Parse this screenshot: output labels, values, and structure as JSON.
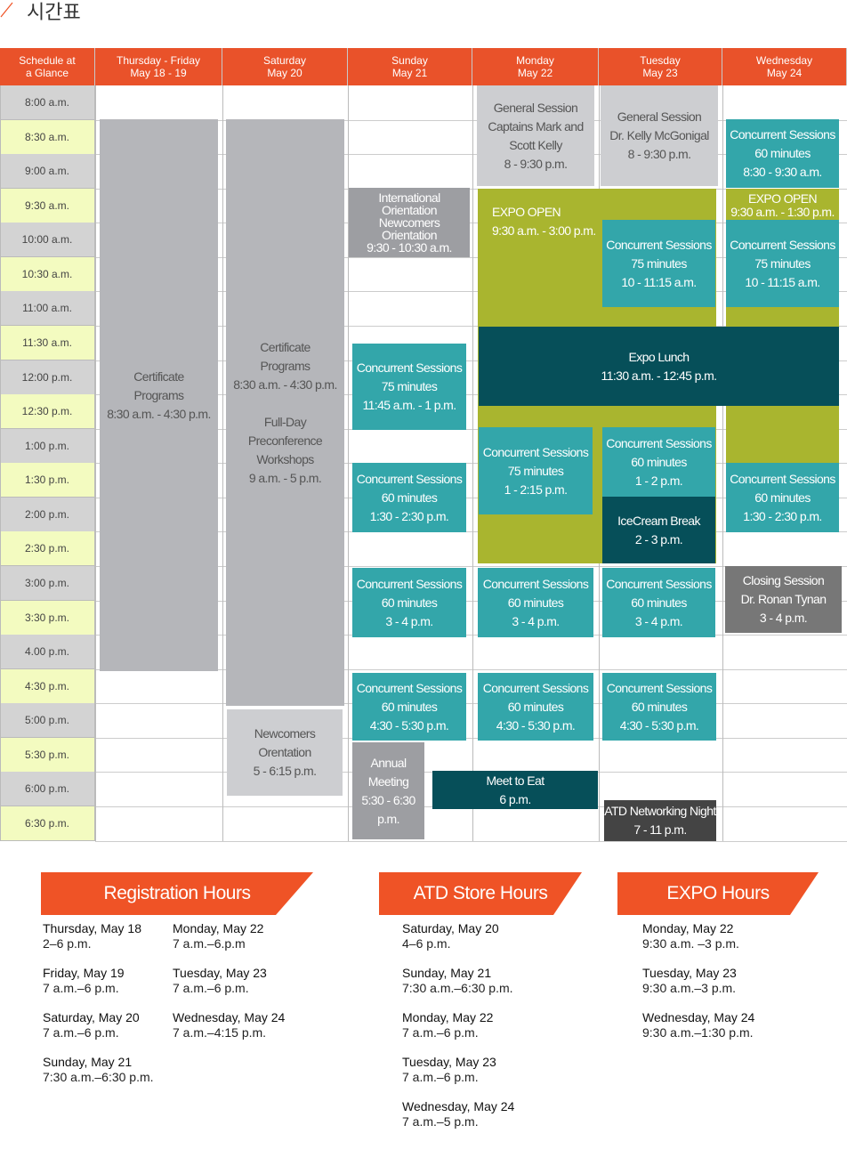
{
  "title": "시간표",
  "colors": {
    "header": "#e9522a",
    "teal": "#33a6aa",
    "olive": "#a9b52f",
    "dark_teal": "#064f59"
  },
  "headers": [
    {
      "l1": "Schedule at",
      "l2": "a Glance"
    },
    {
      "l1": "Thursday - Friday",
      "l2": "May 18 - 19"
    },
    {
      "l1": "Saturday",
      "l2": "May 20"
    },
    {
      "l1": "Sunday",
      "l2": "May 21"
    },
    {
      "l1": "Monday",
      "l2": "May 22"
    },
    {
      "l1": "Tuesday",
      "l2": "May 23"
    },
    {
      "l1": "Wednesday",
      "l2": "May 24"
    }
  ],
  "times": [
    "8:00 a.m.",
    "8:30 a.m.",
    "9:00 a.m.",
    "9:30 a.m.",
    "10:00 a.m.",
    "10:30 a.m.",
    "11:00 a.m.",
    "11:30 a.m.",
    "12:00 p.m.",
    "12:30 p.m.",
    "1:00 p.m.",
    "1:30 p.m.",
    "2:00 p.m.",
    "2:30 p.m.",
    "3:00 p.m.",
    "3:30 p.m.",
    "4.00 p.m.",
    "4:30 p.m.",
    "5:00 p.m.",
    "5:30 p.m.",
    "6:00 p.m.",
    "6:30 p.m."
  ],
  "events": {
    "thu_cert": [
      "Certificate",
      "Programs",
      "8:30 a.m. - 4:30 p.m."
    ],
    "sat_cert": [
      "Certificate",
      "Programs",
      "8:30 a.m. - 4:30 p.m.",
      "",
      "Full-Day",
      "Preconference",
      "Workshops",
      "9 a.m. - 5 p.m."
    ],
    "sat_newcomers": [
      "Newcomers",
      "Orentation",
      "5 - 6:15 p.m."
    ],
    "sun_intl": [
      "International",
      "Orientation",
      "Newcomers",
      "Orientation",
      "9:30 - 10:30 a.m."
    ],
    "sun_cs1": [
      "Concurrent Sessions",
      "75 minutes",
      "11:45 a.m. - 1 p.m."
    ],
    "sun_cs2": [
      "Concurrent Sessions",
      "60 minutes",
      "1:30 - 2:30 p.m."
    ],
    "sun_cs3": [
      "Concurrent Sessions",
      "60 minutes",
      "3 - 4 p.m."
    ],
    "sun_cs4": [
      "Concurrent Sessions",
      "60 minutes",
      "4:30 - 5:30 p.m."
    ],
    "annual": [
      "Annual",
      "Meeting",
      "5:30 - 6:30",
      "p.m."
    ],
    "meet_eat": [
      "Meet to Eat",
      "6 p.m."
    ],
    "mon_gen": [
      "General Session",
      "Captains Mark and",
      "Scott Kelly",
      "8 - 9:30 p.m."
    ],
    "tue_gen": [
      "General Session",
      "Dr. Kelly McGonigal",
      "8 - 9:30 p.m."
    ],
    "expo_mt": [
      "EXPO OPEN",
      "9:30 a.m. - 3:00 p.m."
    ],
    "tue_cs1": [
      "Concurrent Sessions",
      "75 minutes",
      "10 - 11:15 a.m."
    ],
    "wed_cs0": [
      "Concurrent Sessions",
      "60 minutes",
      "8:30 - 9:30 a.m."
    ],
    "wed_expo": [
      "EXPO OPEN",
      "9:30 a.m. - 1:30 p.m."
    ],
    "wed_cs1": [
      "Concurrent Sessions",
      "75 minutes",
      "10 - 11:15 a.m."
    ],
    "lunch": [
      "Expo Lunch",
      "11:30 a.m. - 12:45 p.m."
    ],
    "mon_cs2": [
      "Concurrent Sessions",
      "75 minutes",
      "1 - 2:15 p.m."
    ],
    "tue_cs2": [
      "Concurrent Sessions",
      "60 minutes",
      "1 - 2 p.m."
    ],
    "icecream": [
      "IceCream Break",
      "2 - 3 p.m."
    ],
    "wed_cs2": [
      "Concurrent Sessions",
      "60 minutes",
      "1:30 - 2:30 p.m."
    ],
    "mon_cs3": [
      "Concurrent Sessions",
      "60 minutes",
      "3 - 4 p.m."
    ],
    "tue_cs3": [
      "Concurrent Sessions",
      "60 minutes",
      "3 - 4 p.m."
    ],
    "closing": [
      "Closing Session",
      "Dr. Ronan Tynan",
      "3 - 4 p.m."
    ],
    "mon_cs4": [
      "Concurrent Sessions",
      "60 minutes",
      "4:30 - 5:30 p.m."
    ],
    "tue_cs4": [
      "Concurrent Sessions",
      "60 minutes",
      "4:30 - 5:30 p.m."
    ],
    "networking": [
      "ATD Networking Night",
      "7 - 11 p.m."
    ]
  },
  "registration": {
    "title": "Registration Hours",
    "items": [
      {
        "day": "Thursday, May 18",
        "time": "2–6 p.m."
      },
      {
        "day": "Friday, May 19",
        "time": "7 a.m.–6 p.m."
      },
      {
        "day": "Saturday, May 20",
        "time": "7 a.m.–6 p.m."
      },
      {
        "day": "Sunday, May 21",
        "time": "7:30 a.m.–6:30 p.m."
      },
      {
        "day": "Monday, May 22",
        "time": "7 a.m.–6.p.m"
      },
      {
        "day": "Tuesday, May 23",
        "time": "7 a.m.–6 p.m."
      },
      {
        "day": "Wednesday, May 24",
        "time": "7 a.m.–4:15 p.m."
      }
    ]
  },
  "store": {
    "title": "ATD Store Hours",
    "items": [
      {
        "day": "Saturday, May 20",
        "time": "4–6 p.m."
      },
      {
        "day": "Sunday, May 21",
        "time": "7:30 a.m.–6:30 p.m."
      },
      {
        "day": "Monday, May 22",
        "time": "7 a.m.–6 p.m."
      },
      {
        "day": "Tuesday, May 23",
        "time": "7 a.m.–6 p.m."
      },
      {
        "day": "Wednesday, May 24",
        "time": "7 a.m.–5 p.m."
      }
    ]
  },
  "expo": {
    "title": "EXPO Hours",
    "items": [
      {
        "day": "Monday, May 22",
        "time": "9:30 a.m. –3 p.m."
      },
      {
        "day": "Tuesday, May 23",
        "time": "9:30 a.m.–3 p.m."
      },
      {
        "day": "Wednesday, May 24",
        "time": "9:30 a.m.–1:30 p.m."
      }
    ]
  }
}
